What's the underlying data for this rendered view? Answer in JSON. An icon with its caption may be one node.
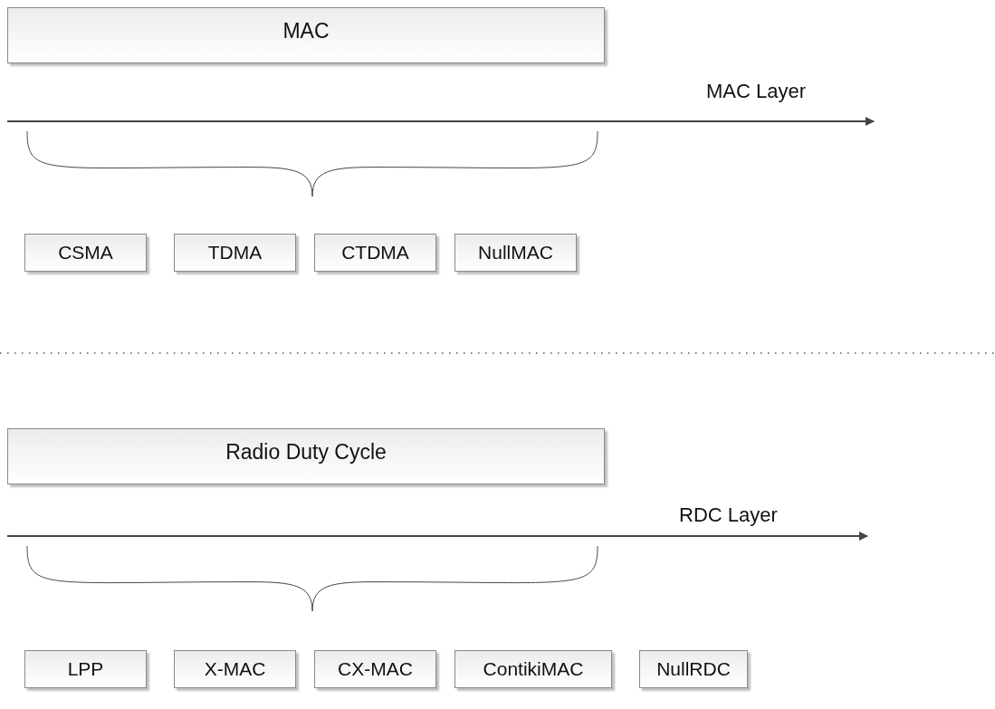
{
  "diagram": {
    "nodes": [
      {
        "text": [
          "MAC"
        ]
      },
      {
        "text": [
          "CSMA"
        ]
      },
      {
        "text": [
          "TDMA"
        ]
      },
      {
        "text": [
          "CTDMA"
        ]
      },
      {
        "text": [
          "NullMAC"
        ]
      },
      {
        "text": [
          "Radio Duty Cycle"
        ]
      },
      {
        "text": [
          "LPP"
        ]
      },
      {
        "text": [
          "X-MAC"
        ]
      },
      {
        "text": [
          "CX-MAC"
        ]
      },
      {
        "text": [
          "ContikiMAC"
        ]
      },
      {
        "text": [
          "NullRDC"
        ]
      }
    ],
    "labels": [
      "MAC Layer",
      "RDC Layer"
    ]
  }
}
